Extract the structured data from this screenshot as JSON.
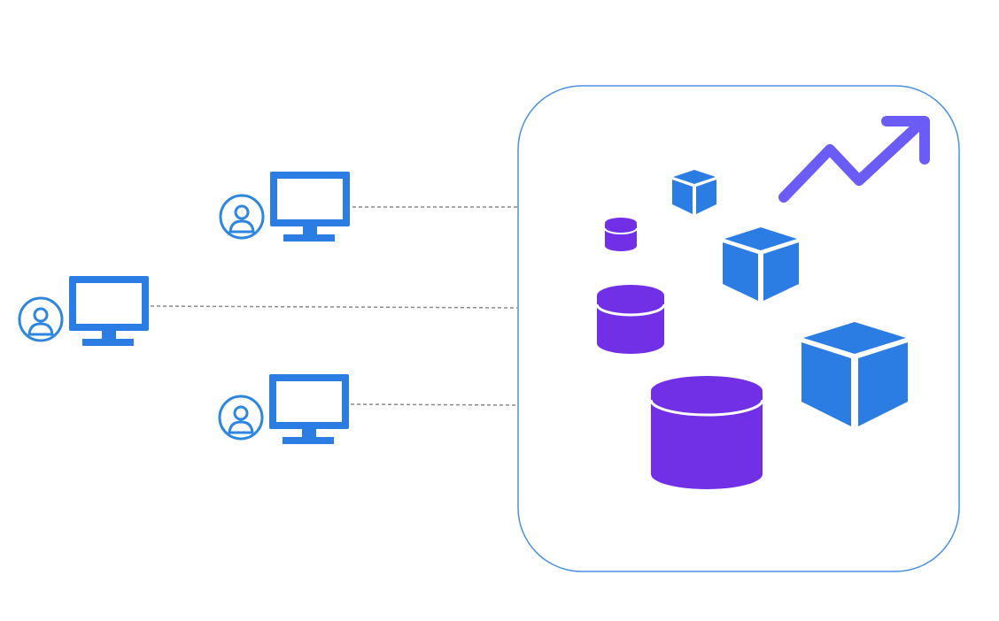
{
  "colors": {
    "background": "#ffffff",
    "accent_blue": "#2b7de3",
    "icon_blue": "#2e86de",
    "purple": "#7230e6",
    "arrow_violet": "#6b5cf6",
    "connector_gray": "#8a8a8a",
    "container_border": "#4a90e2"
  },
  "clients": [
    {
      "name": "client-1",
      "icons": [
        "user-icon",
        "monitor-icon"
      ]
    },
    {
      "name": "client-2",
      "icons": [
        "user-icon",
        "monitor-icon"
      ]
    },
    {
      "name": "client-3",
      "icons": [
        "user-icon",
        "monitor-icon"
      ]
    }
  ],
  "connections": [
    {
      "from": "client-1",
      "to": "data-platform",
      "style": "dashed"
    },
    {
      "from": "client-2",
      "to": "data-platform",
      "style": "dashed"
    },
    {
      "from": "client-3",
      "to": "data-platform",
      "style": "dashed"
    }
  ],
  "data_platform": {
    "icons": [
      "cube-icon",
      "cube-icon",
      "cube-icon",
      "database-icon",
      "database-icon",
      "database-icon",
      "trend-up-arrow-icon"
    ]
  }
}
